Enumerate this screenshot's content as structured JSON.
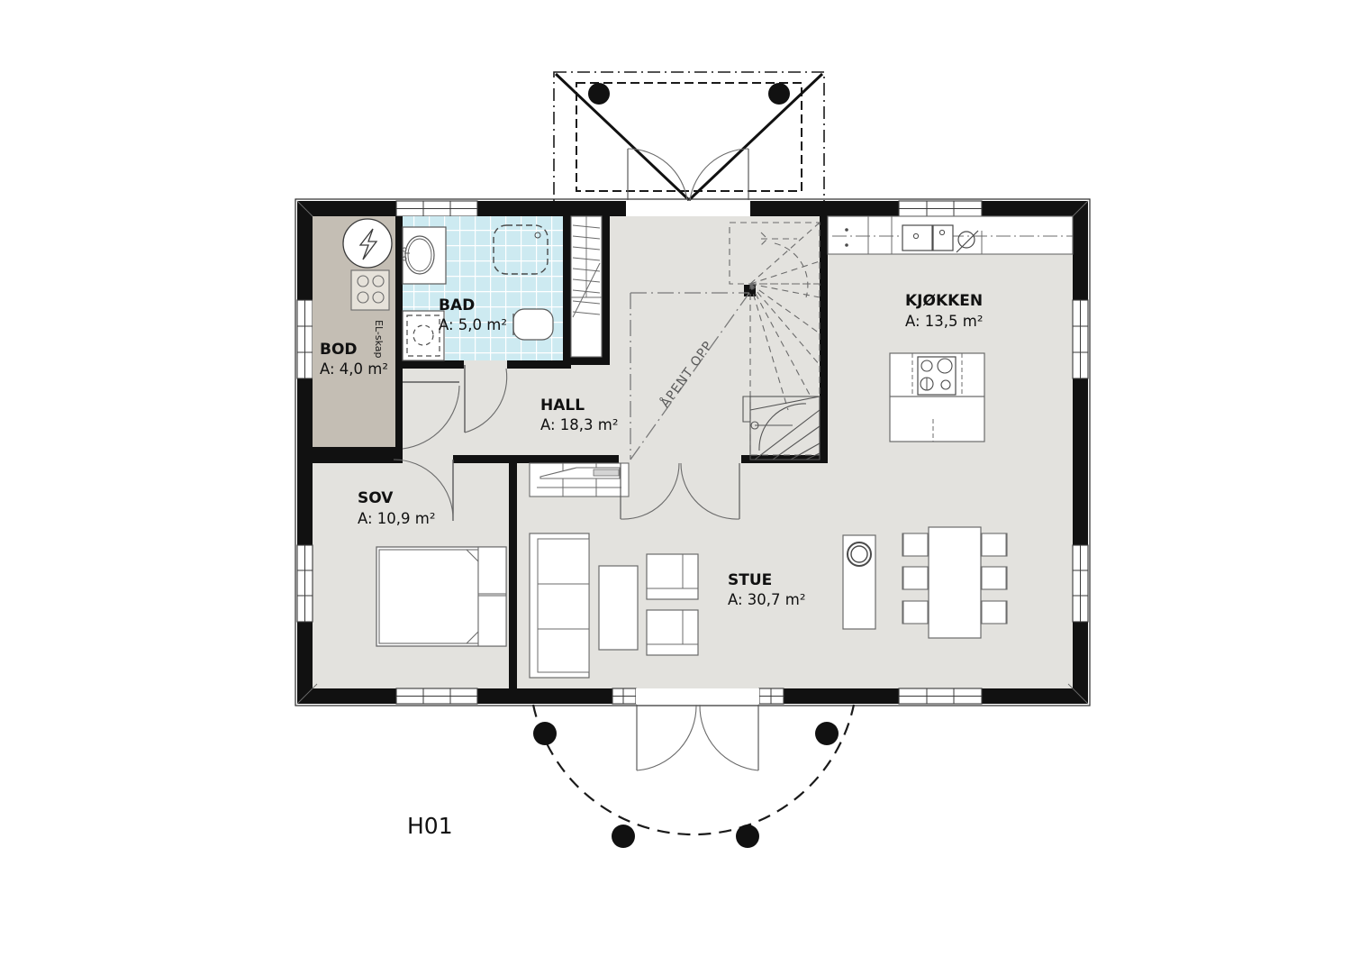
{
  "document": {
    "type": "architectural-floor-plan",
    "plan_id": "H01",
    "language": "no"
  },
  "rooms": [
    {
      "key": "bod",
      "name": "BOD",
      "area_label": "A: 4,0 m²",
      "area_value": 4.0,
      "unit": "m²",
      "fill": "#c4beb4"
    },
    {
      "key": "bad",
      "name": "BAD",
      "area_label": "A: 5,0 m²",
      "area_value": 5.0,
      "unit": "m²",
      "fill": "#cdeaf1"
    },
    {
      "key": "hall",
      "name": "HALL",
      "area_label": "A: 18,3 m²",
      "area_value": 18.3,
      "unit": "m²",
      "fill": "#e3e2de"
    },
    {
      "key": "sov",
      "name": "SOV",
      "area_label": "A: 10,9 m²",
      "area_value": 10.9,
      "unit": "m²",
      "fill": "#e3e2de"
    },
    {
      "key": "stue",
      "name": "STUE",
      "area_label": "A: 30,7 m²",
      "area_value": 30.7,
      "unit": "m²",
      "fill": "#e3e2de"
    },
    {
      "key": "kjokken",
      "name": "KJØKKEN",
      "area_label": "A: 13,5 m²",
      "area_value": 13.5,
      "unit": "m²",
      "fill": "#e3e2de"
    }
  ],
  "annotations": {
    "void_label": "ÅPENT OPP",
    "electrical_cabinet": "EL-skap"
  },
  "colors": {
    "wall": "#111111",
    "floor": "#e3e2de",
    "storage_floor": "#c4beb4",
    "bathroom_tile": "#cdeaf1",
    "bathroom_grout": "#ffffff",
    "furniture_stroke": "#6b6b6b",
    "background": "#ffffff",
    "text": "#111111",
    "dashed_gray": "#4a4a4a"
  },
  "structure": {
    "entrance_canopy": {
      "columns": 2,
      "door_type": "double-swing"
    },
    "terrace": {
      "shape": "semi-circular",
      "columns": 4,
      "door_type": "double-swing"
    },
    "stair": {
      "type": "winder",
      "direction": "up"
    }
  },
  "fixtures": [
    {
      "key": "sink-basin",
      "room": "bad",
      "label": "washbasin"
    },
    {
      "key": "shower",
      "room": "bad",
      "label": "corner shower"
    },
    {
      "key": "toilet",
      "room": "bad",
      "label": "wc"
    },
    {
      "key": "washing-machine",
      "room": "bad",
      "label": "washing machine"
    },
    {
      "key": "water-heater",
      "room": "bod",
      "label": "water heater"
    },
    {
      "key": "electrical-panel",
      "room": "bod",
      "label": "el-skap"
    },
    {
      "key": "kitchen-sink",
      "room": "kjokken",
      "label": "double sink"
    },
    {
      "key": "cooktop",
      "room": "kjokken",
      "label": "cooktop island"
    },
    {
      "key": "refrigerator",
      "room": "kjokken",
      "label": "fridge"
    },
    {
      "key": "double-bed",
      "room": "sov",
      "label": "double bed"
    },
    {
      "key": "sofa",
      "room": "stue",
      "label": "sofa"
    },
    {
      "key": "coffee-table",
      "room": "stue",
      "label": "coffee table"
    },
    {
      "key": "armchair",
      "room": "stue",
      "label": "armchair",
      "count": 2
    },
    {
      "key": "tv-unit",
      "room": "stue",
      "label": "tv cabinet"
    },
    {
      "key": "wood-stove",
      "room": "stue",
      "label": "wood stove"
    },
    {
      "key": "dining-table",
      "room": "stue",
      "label": "dining table",
      "chairs": 6
    },
    {
      "key": "wardrobe",
      "room": "hall",
      "label": "wardrobe"
    }
  ]
}
